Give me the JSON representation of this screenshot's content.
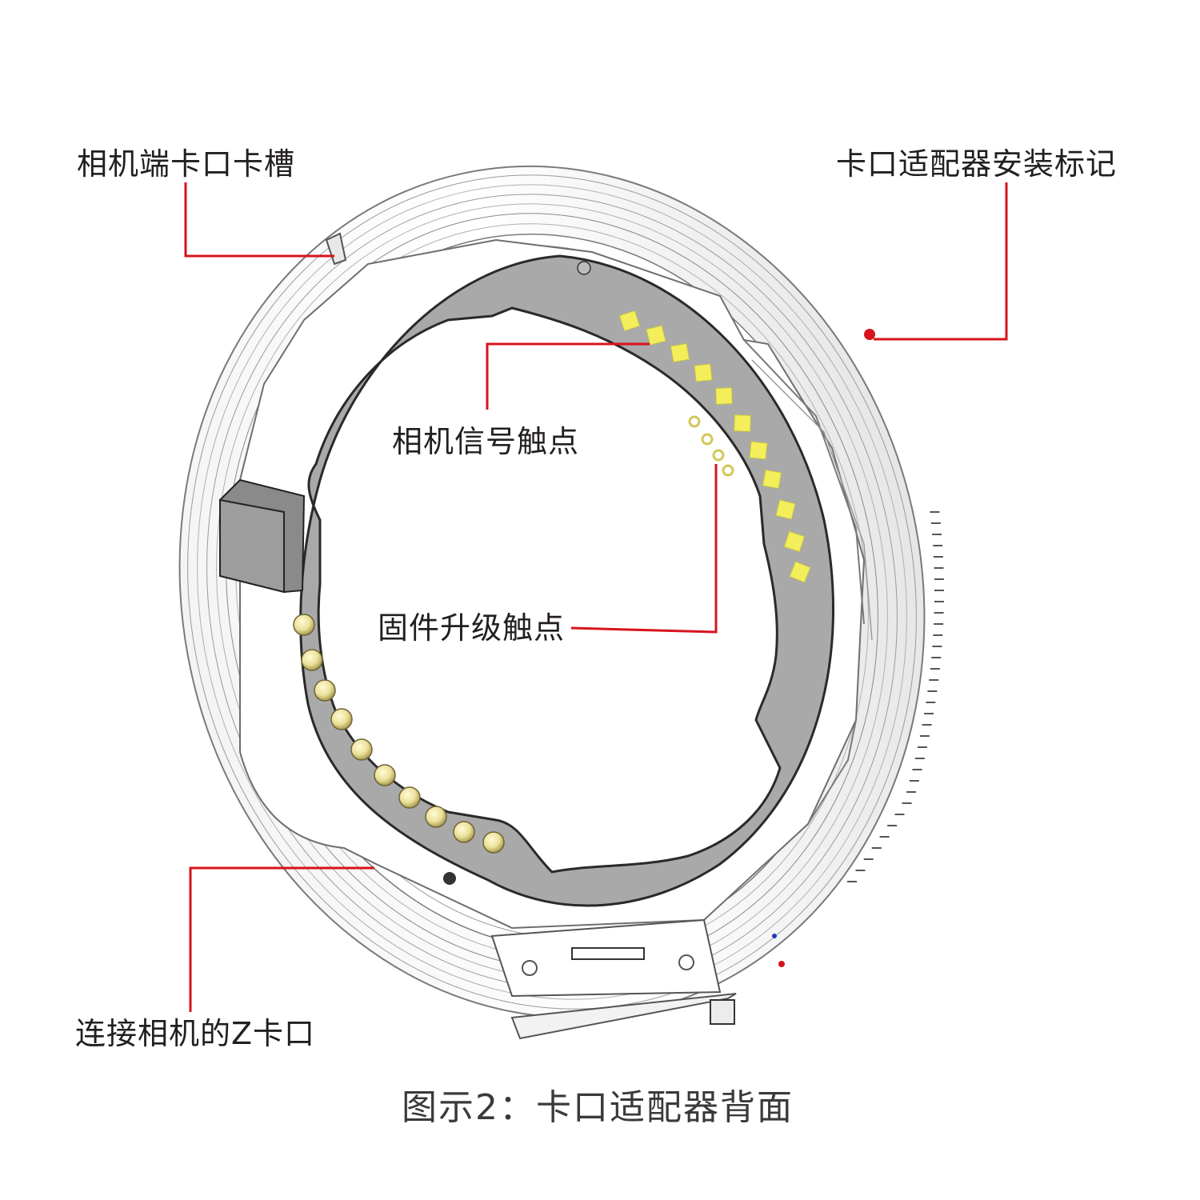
{
  "labels": {
    "camera_slot": "相机端卡口卡槽",
    "install_mark": "卡口适配器安装标记",
    "signal_contacts": "相机信号触点",
    "firmware_contacts": "固件升级触点",
    "z_mount": "连接相机的Z卡口"
  },
  "caption": "图示2：卡口适配器背面",
  "colors": {
    "leader": "#d7141c",
    "plate": "#a9a9a9",
    "ring": "#ffffff",
    "ring_line": "#8e8e8e",
    "square_contact": "#f3ee5a",
    "round_contact": "#ece39a"
  }
}
